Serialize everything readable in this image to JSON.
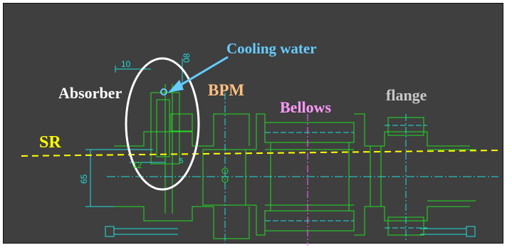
{
  "labels": {
    "cooling_water": "Cooling water",
    "absorber": "Absorber",
    "bpm": "BPM",
    "bellows": "Bellows",
    "flange": "flange",
    "sr": "SR"
  },
  "dimensions": {
    "d10": "10",
    "d08": "08",
    "d12": "12",
    "d65": "65",
    "d5": "5"
  },
  "colors": {
    "background": "#3f3f3f",
    "drawing": "#22dd22",
    "centerline": "#22dddd",
    "sr_line": "#ffff00",
    "cooling_water": "#66ccff",
    "absorber": "#ffffff",
    "bpm": "#ffc080",
    "bellows": "#ff99ff",
    "flange": "#c8c8c8",
    "callout": "#ffffff",
    "arrow": "#66ccff"
  }
}
